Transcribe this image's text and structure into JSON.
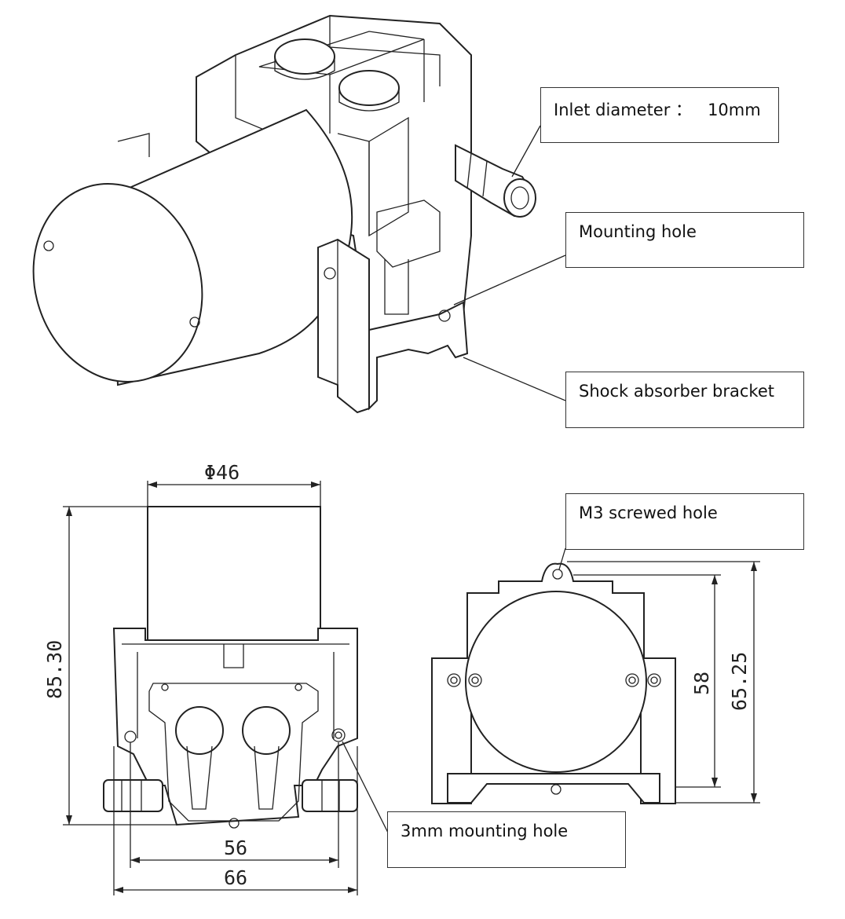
{
  "callouts": {
    "inlet": "Inlet diameter ：   10mm",
    "mounting_hole": "Mounting hole",
    "shock_bracket": "Shock absorber bracket",
    "m3_hole": "M3 screwed hole",
    "mounting_3mm": "3mm mounting hole"
  },
  "dimensions": {
    "motor_diameter": "Φ46",
    "total_height": "85.30",
    "hole_spacing": "56",
    "total_width": "66",
    "bracket_height": "58",
    "side_height": "65.25"
  }
}
